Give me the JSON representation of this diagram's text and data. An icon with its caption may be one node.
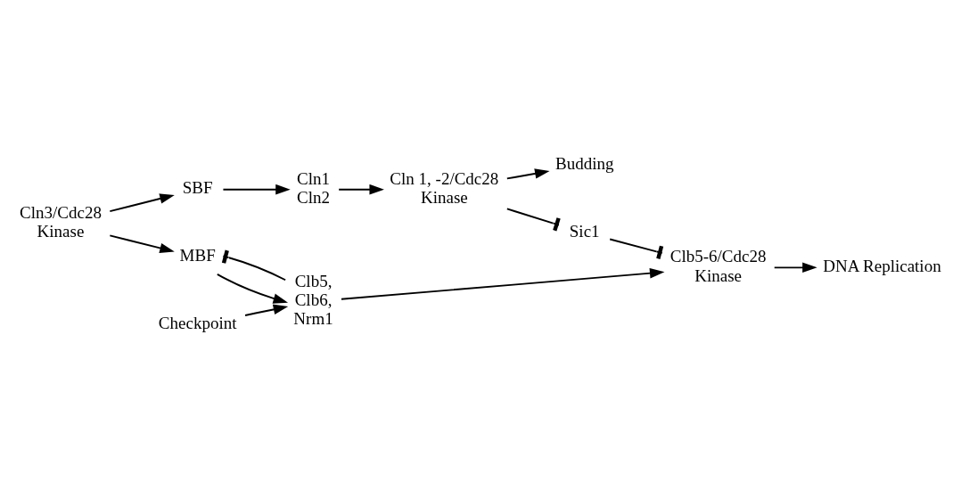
{
  "diagram": {
    "nodes": [
      {
        "text": [
          "Cln3/Cdc28 Kinase"
        ]
      },
      {
        "text": [
          "SBF"
        ]
      },
      {
        "text": [
          "MBF"
        ]
      },
      {
        "text": [
          "Cln1 Cln2"
        ]
      },
      {
        "text": [
          "Cln 1, -2/Cdc28 Kinase"
        ]
      },
      {
        "text": [
          "Budding"
        ]
      },
      {
        "text": [
          "Sic1"
        ]
      },
      {
        "text": [
          "Clb5, Clb6, Nrm1"
        ]
      },
      {
        "text": [
          "Clb5-6/Cdc28 Kinase"
        ]
      },
      {
        "text": [
          "DNA Replication"
        ]
      },
      {
        "text": [
          "Checkpoint"
        ]
      }
    ],
    "edges": [
      {
        "from": 0,
        "to": 1,
        "arrow": "to"
      },
      {
        "from": 0,
        "to": 2,
        "arrow": "to"
      },
      {
        "from": 1,
        "to": 3,
        "arrow": "to"
      },
      {
        "from": 3,
        "to": 4,
        "arrow": "to"
      },
      {
        "from": 4,
        "to": 5,
        "arrow": "to"
      },
      {
        "from": 4,
        "to": 6,
        "arrow": "other"
      },
      {
        "from": 6,
        "to": 8,
        "arrow": "other"
      },
      {
        "from": 2,
        "to": 7,
        "arrow": "to"
      },
      {
        "from": 7,
        "to": 2,
        "arrow": "other"
      },
      {
        "from": 7,
        "to": 8,
        "arrow": "to"
      },
      {
        "from": 8,
        "to": 9,
        "arrow": "to"
      },
      {
        "from": 10,
        "to": 7,
        "arrow": "to"
      }
    ]
  }
}
